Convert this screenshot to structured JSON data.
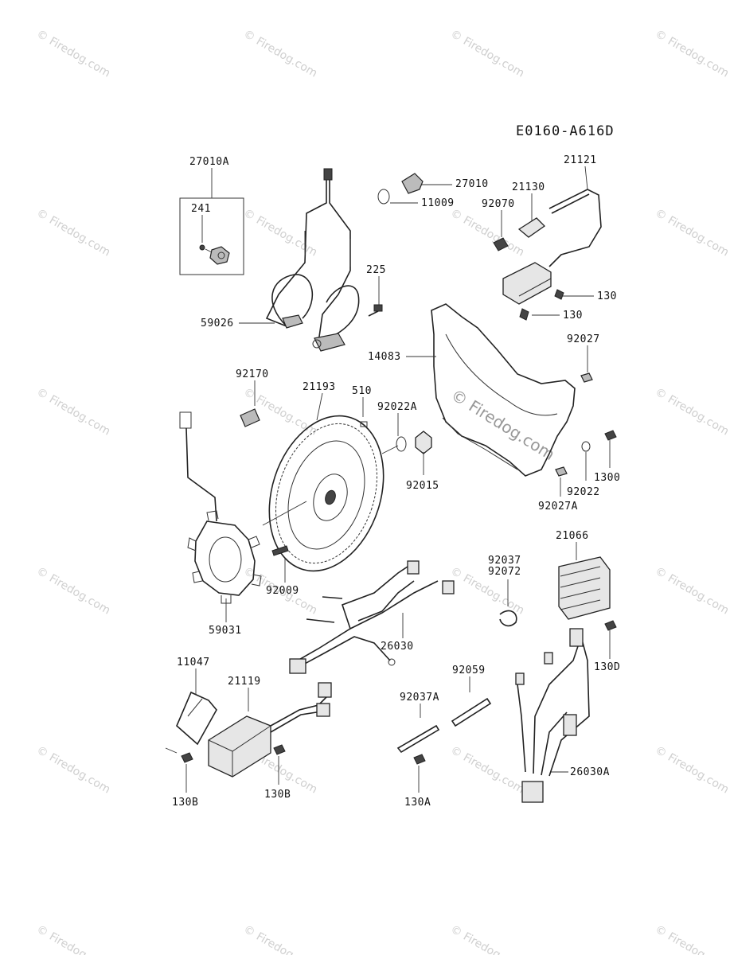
{
  "diagram_code": "E0160-A616D",
  "watermark_text": "© Firedog.com",
  "center_watermark_text": "© Firedog.com",
  "parts": {
    "p27010A": "27010A",
    "p241": "241",
    "p59026": "59026",
    "p225": "225",
    "p27010": "27010",
    "p11009": "11009",
    "p21130": "21130",
    "p21121": "21121",
    "p92070": "92070",
    "p130a": "130",
    "p130b": "130",
    "p14083": "14083",
    "p92027": "92027",
    "p92170": "92170",
    "p21193": "21193",
    "p510": "510",
    "p92022A": "92022A",
    "p92015": "92015",
    "p1300": "1300",
    "p92022": "92022",
    "p92027A": "92027A",
    "p92009": "92009",
    "p59031": "59031",
    "p21066": "21066",
    "p92037": "92037",
    "p92072": "92072",
    "p26030": "26030",
    "p130D": "130D",
    "p11047": "11047",
    "p21119": "21119",
    "p92059": "92059",
    "p92037A": "92037A",
    "p26030A": "26030A",
    "p130B_l": "130B",
    "p130B_r": "130B",
    "p130A": "130A"
  }
}
